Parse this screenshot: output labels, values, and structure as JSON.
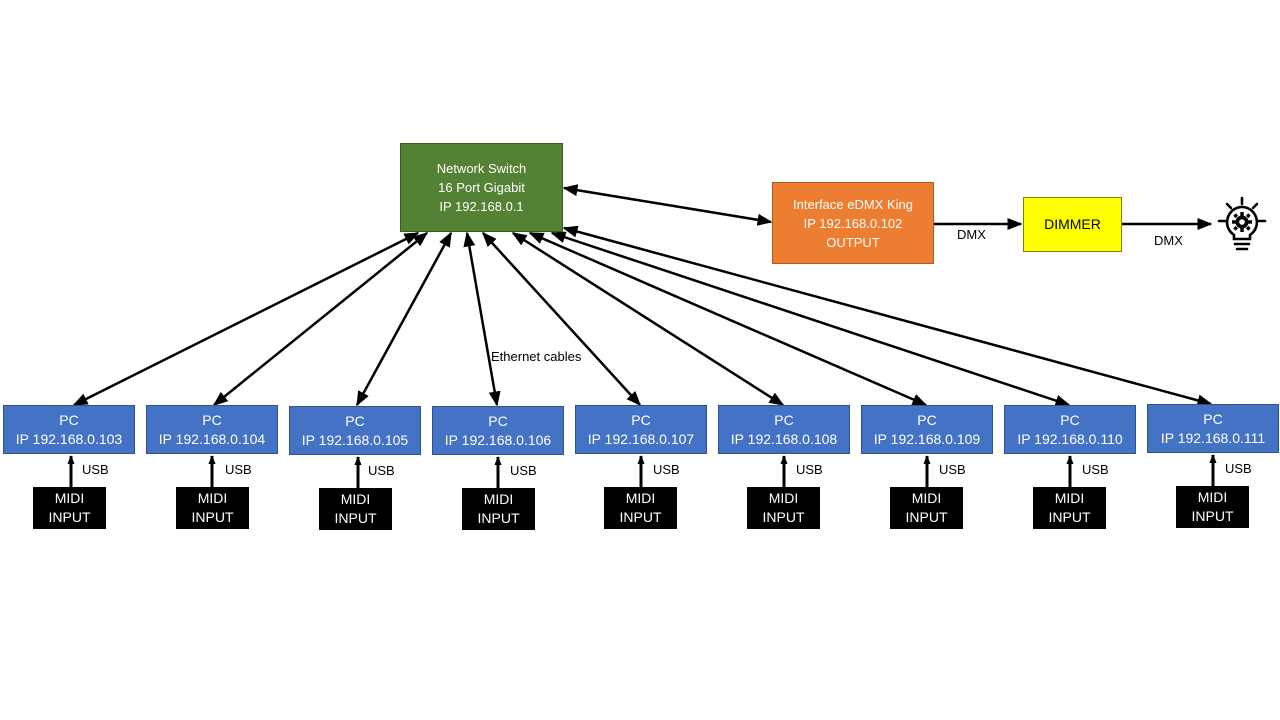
{
  "colors": {
    "switch": "#548235",
    "interface": "#ed7d31",
    "dimmer": "#ffff00",
    "pc": "#4472c4",
    "midi": "#000000",
    "line": "#000000"
  },
  "network_switch": {
    "lines": [
      "Network Switch",
      "16 Port Gigabit",
      "IP 192.168.0.1"
    ]
  },
  "interface": {
    "lines": [
      "Interface eDMX King",
      "IP 192.168.0.102",
      "OUTPUT"
    ]
  },
  "dimmer": {
    "label": "DIMMER"
  },
  "light": {
    "icon": "light-bulb-icon"
  },
  "dmx_labels": [
    "DMX",
    "DMX"
  ],
  "ethernet_label": "Ethernet cables",
  "pcs": [
    {
      "title": "PC",
      "ip": "IP 192.168.0.103",
      "usb": "USB",
      "midi": [
        "MIDI",
        "INPUT"
      ]
    },
    {
      "title": "PC",
      "ip": "IP 192.168.0.104",
      "usb": "USB",
      "midi": [
        "MIDI",
        "INPUT"
      ]
    },
    {
      "title": "PC",
      "ip": "IP 192.168.0.105",
      "usb": "USB",
      "midi": [
        "MIDI",
        "INPUT"
      ]
    },
    {
      "title": "PC",
      "ip": "IP 192.168.0.106",
      "usb": "USB",
      "midi": [
        "MIDI",
        "INPUT"
      ]
    },
    {
      "title": "PC",
      "ip": "IP 192.168.0.107",
      "usb": "USB",
      "midi": [
        "MIDI",
        "INPUT"
      ]
    },
    {
      "title": "PC",
      "ip": "IP 192.168.0.108",
      "usb": "USB",
      "midi": [
        "MIDI",
        "INPUT"
      ]
    },
    {
      "title": "PC",
      "ip": "IP 192.168.0.109",
      "usb": "USB",
      "midi": [
        "MIDI",
        "INPUT"
      ]
    },
    {
      "title": "PC",
      "ip": "IP 192.168.0.110",
      "usb": "USB",
      "midi": [
        "MIDI",
        "INPUT"
      ]
    },
    {
      "title": "PC",
      "ip": "IP 192.168.0.111",
      "usb": "USB",
      "midi": [
        "MIDI",
        "INPUT"
      ]
    }
  ]
}
